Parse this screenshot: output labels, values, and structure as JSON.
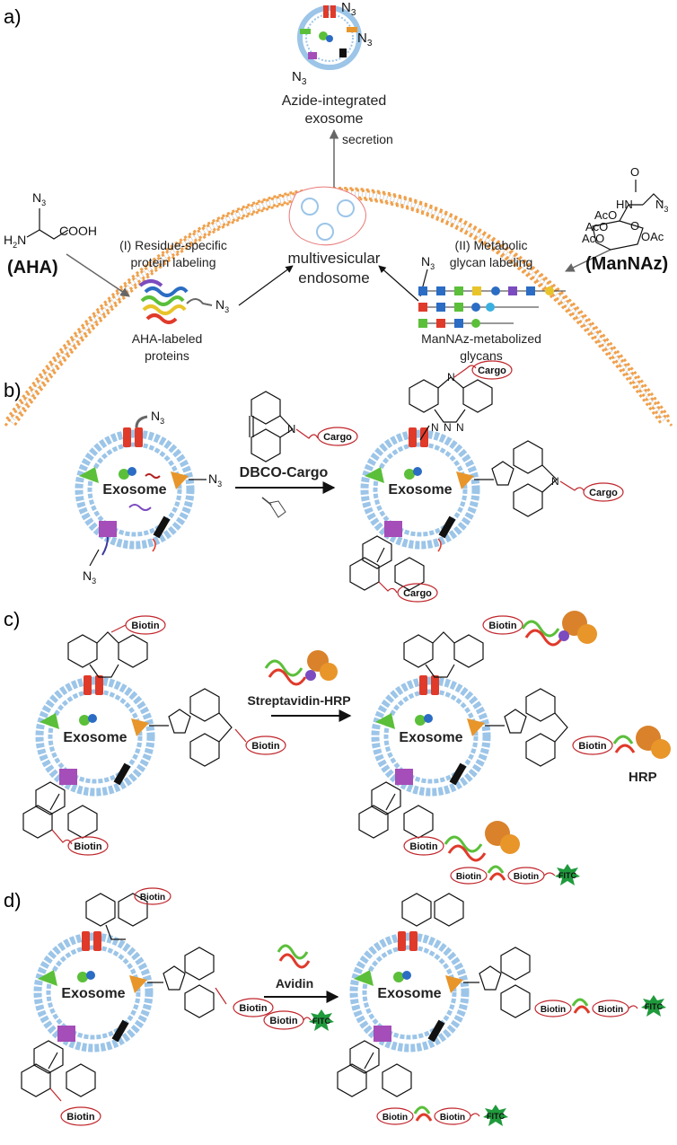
{
  "panels": {
    "a": "a)",
    "b": "b)",
    "c": "c)",
    "d": "d)"
  },
  "panel_a": {
    "exosome_title_line1": "Azide-integrated",
    "exosome_title_line2": "exosome",
    "secretion": "secretion",
    "endosome_line1": "multivesicular",
    "endosome_line2": "endosome",
    "aha_name": "(AHA)",
    "aha_cooh": "COOH",
    "aha_h2n": "H",
    "aha_h2n_sub": "2",
    "aha_n_after": "N",
    "azide_n": "N",
    "azide_sub": "3",
    "path1_line1": "(I) Residue-specific",
    "path1_line2": "protein labeling",
    "path2_line1": "(II) Metabolic",
    "path2_line2": "glycan labeling",
    "aha_proteins_line1": "AHA-labeled",
    "aha_proteins_line2": "proteins",
    "glycans_line1": "ManNAz-metabolized",
    "glycans_line2": "glycans",
    "mannaz_name": "(ManNAz)",
    "ac_o": "AcO",
    "o_ac": "OAc",
    "hn": "HN",
    "o": "O"
  },
  "panel_b": {
    "reagent": "DBCO-Cargo",
    "cargo": "Cargo",
    "exosome": "Exosome",
    "n": "N"
  },
  "panel_c": {
    "reagent": "Streptavidin-HRP",
    "biotin": "Biotin",
    "exosome": "Exosome",
    "hrp": "HRP"
  },
  "panel_d": {
    "reagent": "Avidin",
    "biotin": "Biotin",
    "fitc": "FITC",
    "exosome": "Exosome"
  },
  "colors": {
    "membrane": "#f0a04b",
    "vesicle_membrane": "#9cc5e8",
    "oval": "#c0262c",
    "fitc": "#1f9a3c",
    "arrow": "#555555",
    "protein_red": "#e03a2a",
    "protein_green": "#5bbf3a",
    "protein_orange": "#e8952a",
    "protein_purple": "#a54db8",
    "protein_black": "#111111",
    "hrp_orange": "#d9822b"
  }
}
